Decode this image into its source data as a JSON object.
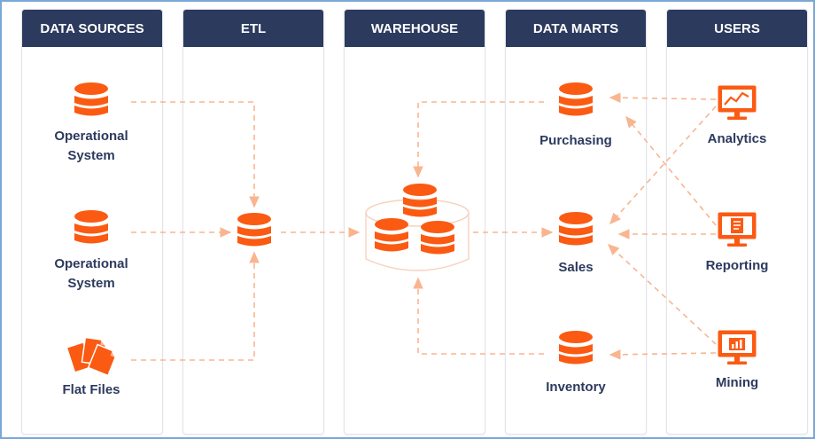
{
  "columns": {
    "sources": "DATA SOURCES",
    "etl": "ETL",
    "warehouse": "WAREHOUSE",
    "marts": "DATA MARTS",
    "users": "USERS"
  },
  "sources": {
    "op1": [
      "Operational",
      "System"
    ],
    "op2": [
      "Operational",
      "System"
    ],
    "flat": "Flat Files"
  },
  "marts": {
    "purchasing": "Purchasing",
    "sales": "Sales",
    "inventory": "Inventory"
  },
  "users": {
    "analytics": "Analytics",
    "reporting": "Reporting",
    "mining": "Mining"
  },
  "colors": {
    "header_bg": "#2c3a5e",
    "accent": "#fb5a12",
    "connector": "#f8b590",
    "label": "#2c3a5e"
  },
  "icons": {
    "database": "database-icon",
    "files": "files-icon",
    "analytics": "monitor-chart-icon",
    "reporting": "monitor-report-icon",
    "mining": "monitor-barchart-icon"
  }
}
